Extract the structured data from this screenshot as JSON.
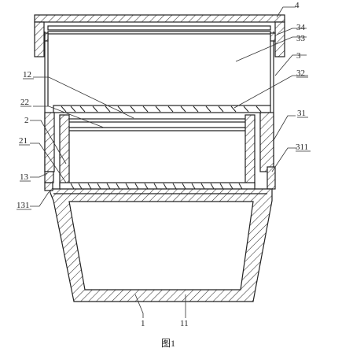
{
  "figure": {
    "caption": "图1",
    "labels": {
      "l4": "4",
      "l34": "34",
      "l33": "33",
      "l3": "3",
      "l32": "32",
      "l12": "12",
      "l22": "22",
      "l2": "2",
      "l31": "31",
      "l21": "21",
      "l311": "311",
      "l13": "13",
      "l131": "131",
      "l1": "1",
      "l11": "11"
    }
  }
}
